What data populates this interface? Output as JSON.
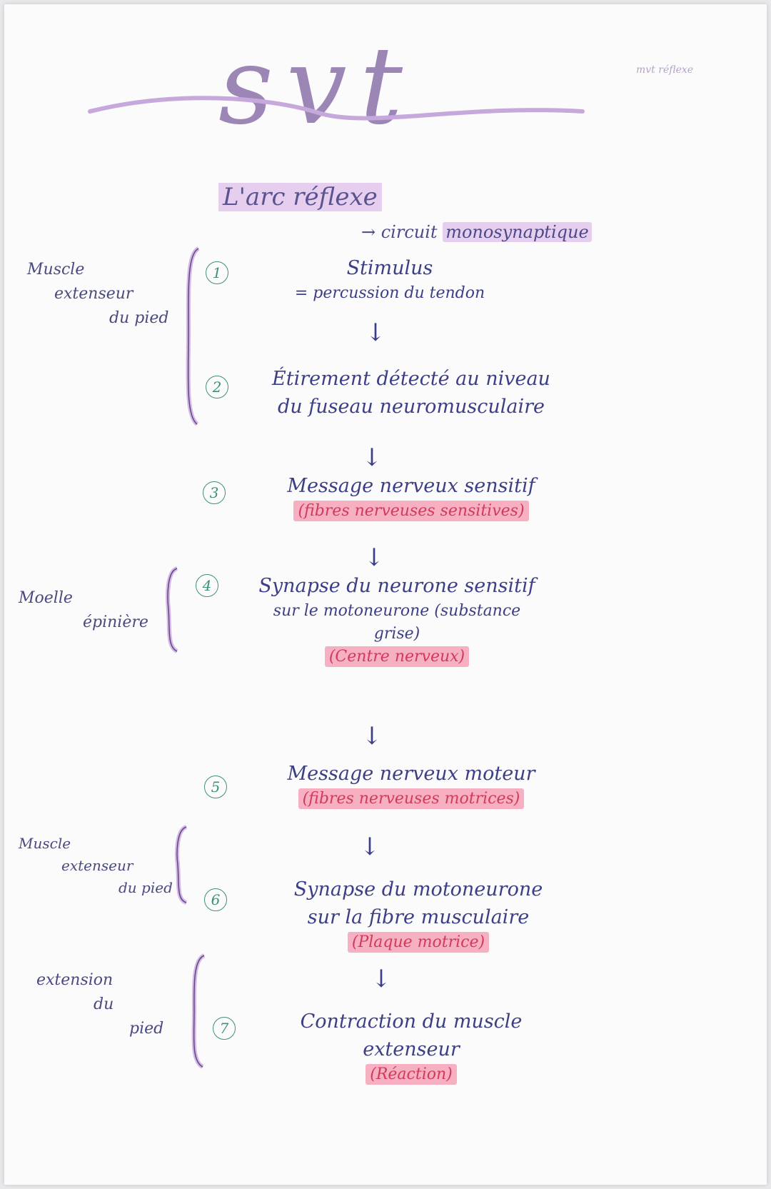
{
  "title": "svt",
  "corner_note": "mvt réflexe",
  "heading": "L'arc réflexe",
  "subheading": {
    "prefix": "→ circuit",
    "highlight": "monosynaptique"
  },
  "side_labels": {
    "group1": [
      "Muscle",
      "extenseur",
      "du pied"
    ],
    "group2": [
      "Moelle",
      "épinière"
    ],
    "group3": [
      "Muscle",
      "extenseur",
      "du pied"
    ],
    "group4": [
      "extension",
      "du",
      "pied"
    ]
  },
  "steps": [
    {
      "number": "1",
      "line1": "Stimulus",
      "line2": "= percussion du tendon"
    },
    {
      "number": "2",
      "line1": "Étirement détecté au niveau",
      "line2": "du fuseau neuromusculaire"
    },
    {
      "number": "3",
      "line1": "Message nerveux sensitif",
      "highlight": "(fibres nerveuses sensitives)"
    },
    {
      "number": "4",
      "line1": "Synapse du neurone sensitif",
      "line2": "sur le motoneurone (substance",
      "line3": "grise)",
      "highlight": "(Centre nerveux)"
    },
    {
      "number": "5",
      "line1": "Message nerveux moteur",
      "highlight": "(fibres nerveuses motrices)"
    },
    {
      "number": "6",
      "line1": "Synapse du motoneurone",
      "line2": "sur la fibre musculaire",
      "highlight": "(Plaque motrice)"
    },
    {
      "number": "7",
      "line1": "Contraction du muscle",
      "line2": "extenseur",
      "highlight": "(Réaction)"
    }
  ],
  "arrow_glyph": "↓",
  "colors": {
    "title": "#9b86b6",
    "ink": "#3c3f86",
    "number_circle": "#3e8f7a",
    "highlight_pink": "#f6b0c2",
    "highlight_purple": "#e6cfee"
  }
}
